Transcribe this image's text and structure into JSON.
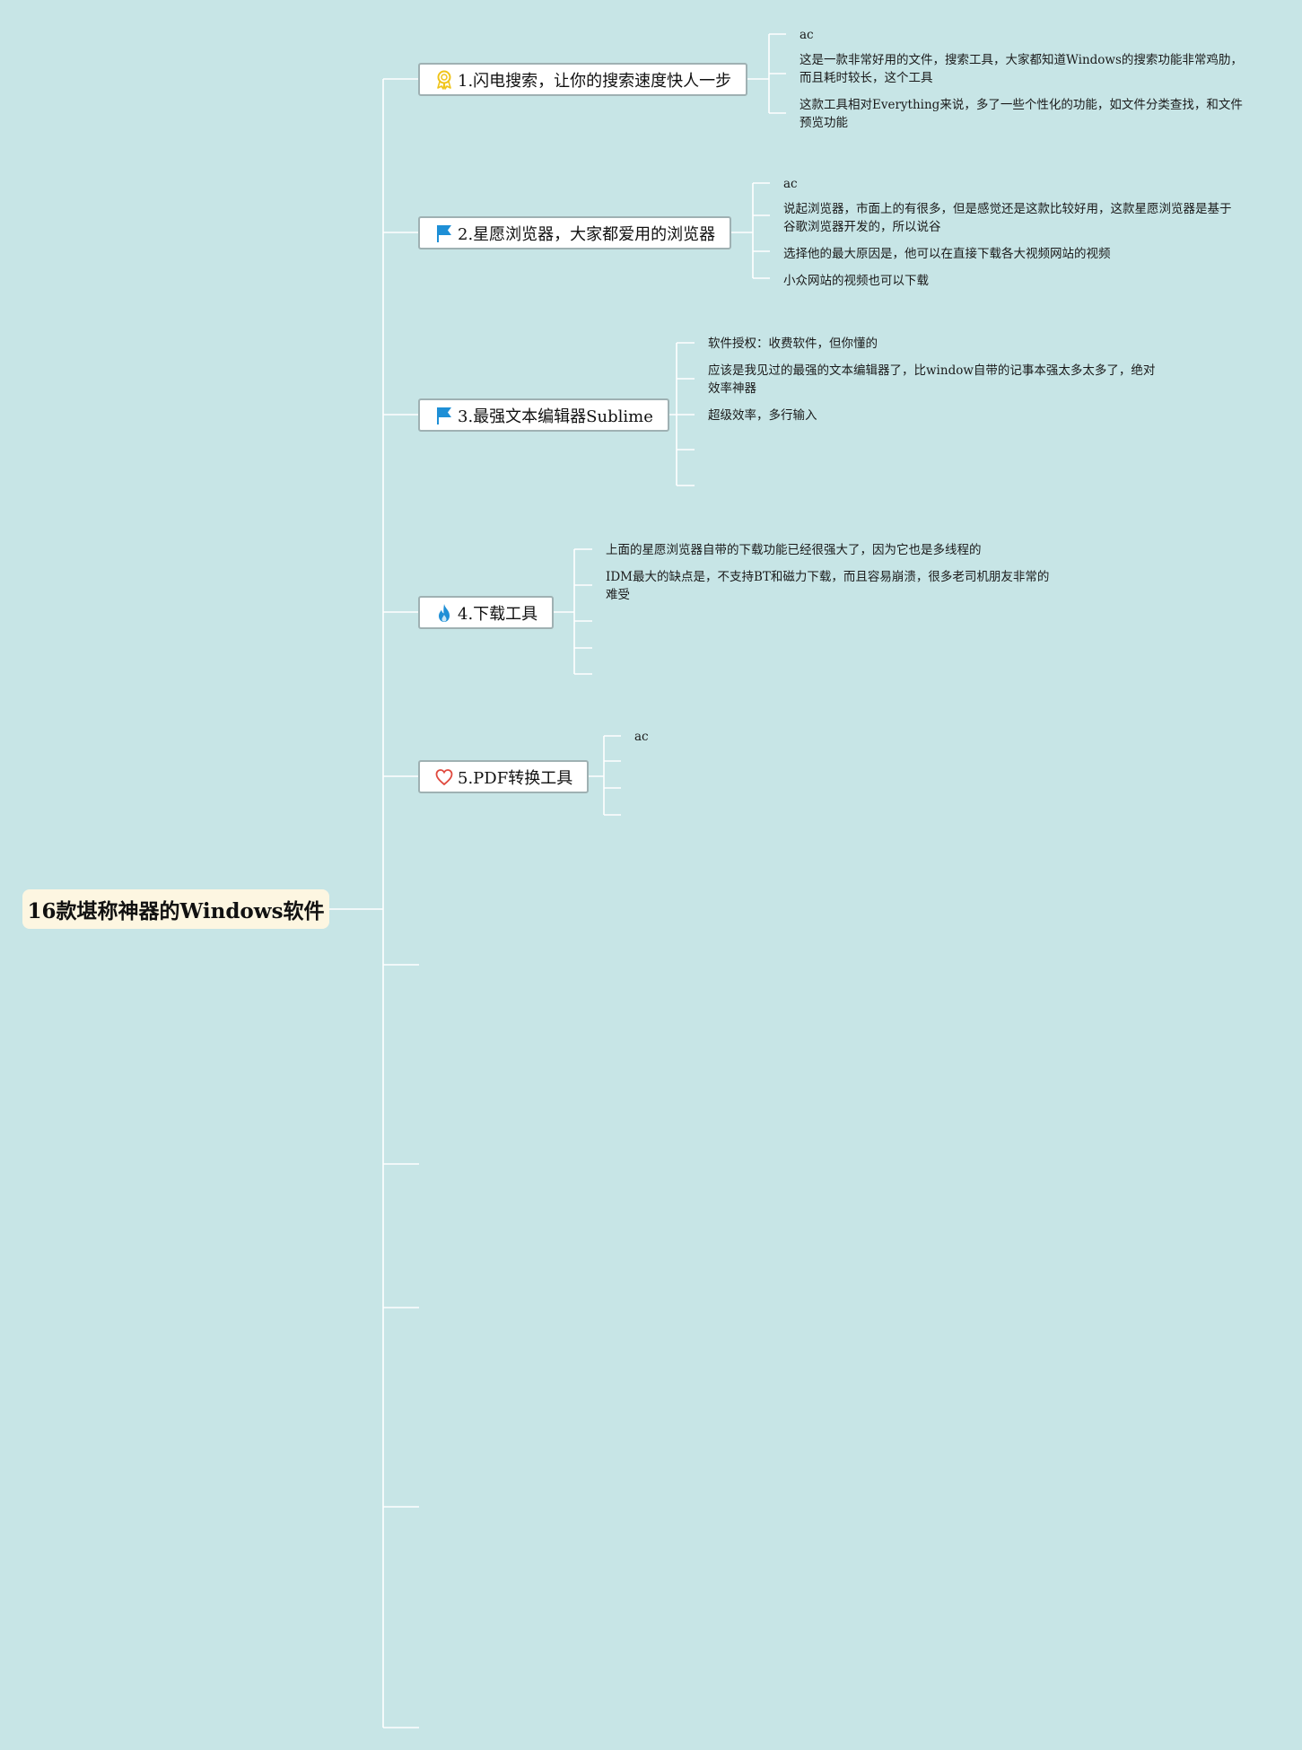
{
  "root": {
    "title": "16款堪称神器的Windows软件"
  },
  "topics": [
    {
      "label": "1.闪电搜索，让你的搜索速度快人一步",
      "icon": "award-ribbon-icon",
      "notes": [
        "ac",
        "这是一款非常好用的文件，搜索工具，大家都知道Windows的搜索功能非常鸡肋，而且耗时较长，这个工具",
        "这款工具相对Everything来说，多了一些个性化的功能，如文件分类查找，和文件预览功能"
      ]
    },
    {
      "label": "2.星愿浏览器，大家都爱用的浏览器",
      "icon": "flag-icon",
      "notes": [
        "ac",
        "说起浏览器，市面上的有很多，但是感觉还是这款比较好用，这款星愿浏览器是基于谷歌浏览器开发的，所以说谷",
        "选择他的最大原因是，他可以在直接下载各大视频网站的视频",
        "小众网站的视频也可以下载"
      ]
    },
    {
      "label": "3.最强文本编辑器Sublime",
      "icon": "flag-icon",
      "notes": [
        "软件授权：收费软件，但你懂的",
        "应该是我见过的最强的文本编辑器了，比window自带的记事本强太多太多了，绝对效率神器",
        "超级效率，多行输入"
      ]
    },
    {
      "label": "4.下载工具",
      "icon": "fire-icon",
      "notes": [
        "上面的星愿浏览器自带的下载功能已经很强大了，因为它也是多线程的",
        "IDM最大的缺点是，不支持BT和磁力下载，而且容易崩溃，很多老司机朋友非常的难受"
      ]
    },
    {
      "label": "5.PDF转换工具",
      "icon": "heart-icon",
      "notes": [
        "ac"
      ]
    }
  ],
  "colors": {
    "background": "#c7e5e6",
    "connector": "#ffffff",
    "root_fill": "#fdf6e1",
    "award_icon": "#f0c419",
    "flag_icon": "#1e8fd6",
    "fire_icon": "#1e8fd6",
    "heart_icon": "#e04a3f"
  }
}
